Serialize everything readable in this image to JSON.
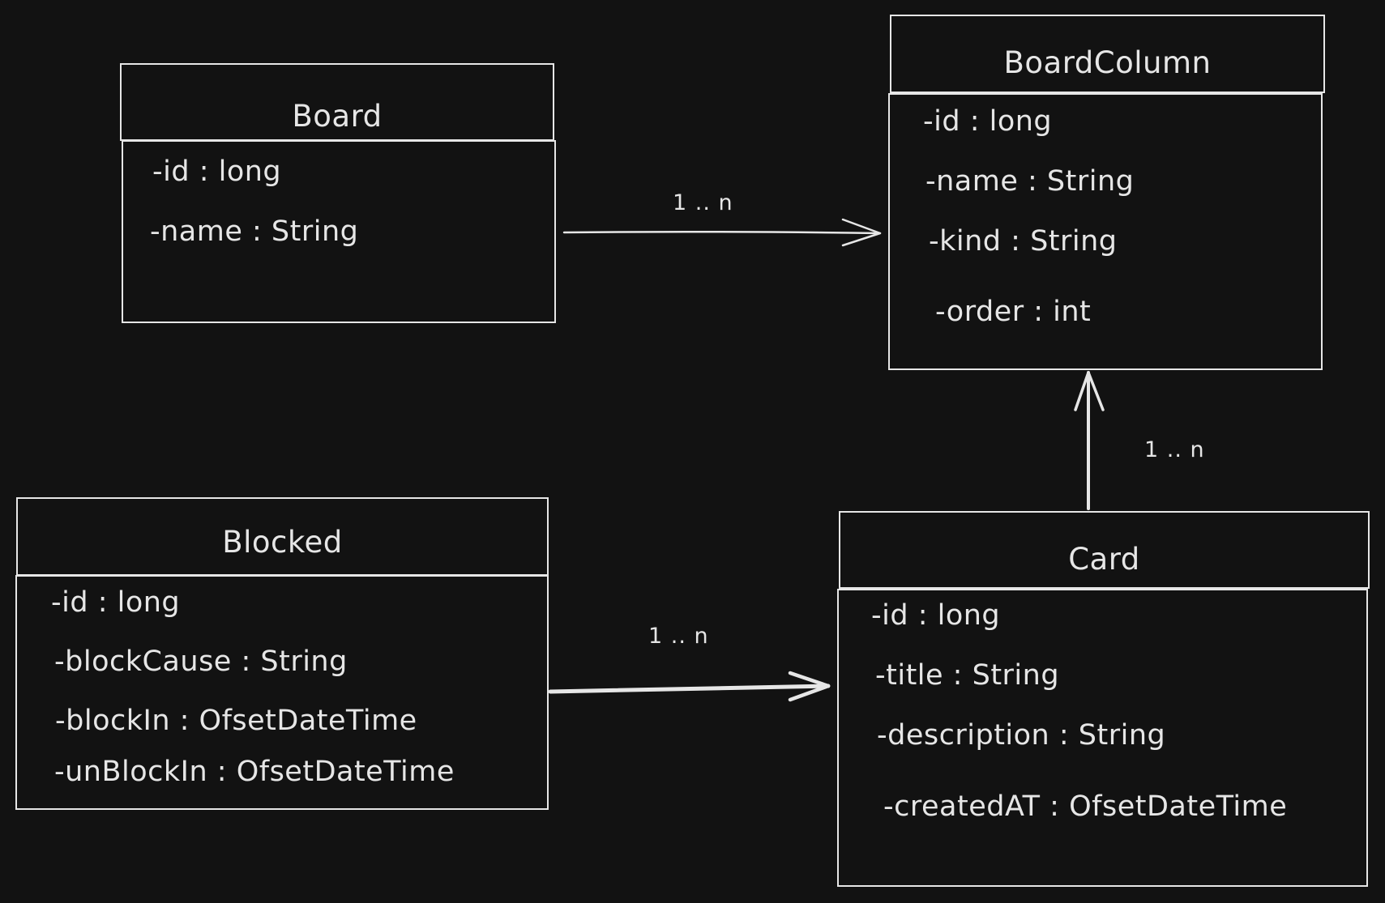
{
  "classes": {
    "board": {
      "name": "Board",
      "attributes": [
        "-id : long",
        "-name : String"
      ]
    },
    "board_column": {
      "name": "BoardColumn",
      "attributes": [
        "-id : long",
        "-name : String",
        "-kind : String",
        "-order : int"
      ]
    },
    "blocked": {
      "name": "Blocked",
      "attributes": [
        "-id : long",
        "-blockCause : String",
        "-blockIn : OfsetDateTime",
        "-unBlockIn : OfsetDateTime"
      ]
    },
    "card": {
      "name": "Card",
      "attributes": [
        "-id : long",
        "-title : String",
        "-description : String",
        "-createdAT : OfsetDateTime"
      ]
    }
  },
  "relations": {
    "board_to_column": {
      "multiplicity": "1 .. n"
    },
    "card_to_column": {
      "multiplicity": "1 .. n"
    },
    "blocked_to_card": {
      "multiplicity": "1 .. n"
    }
  },
  "colors": {
    "background": "#121212",
    "stroke": "#e6e6e6"
  }
}
